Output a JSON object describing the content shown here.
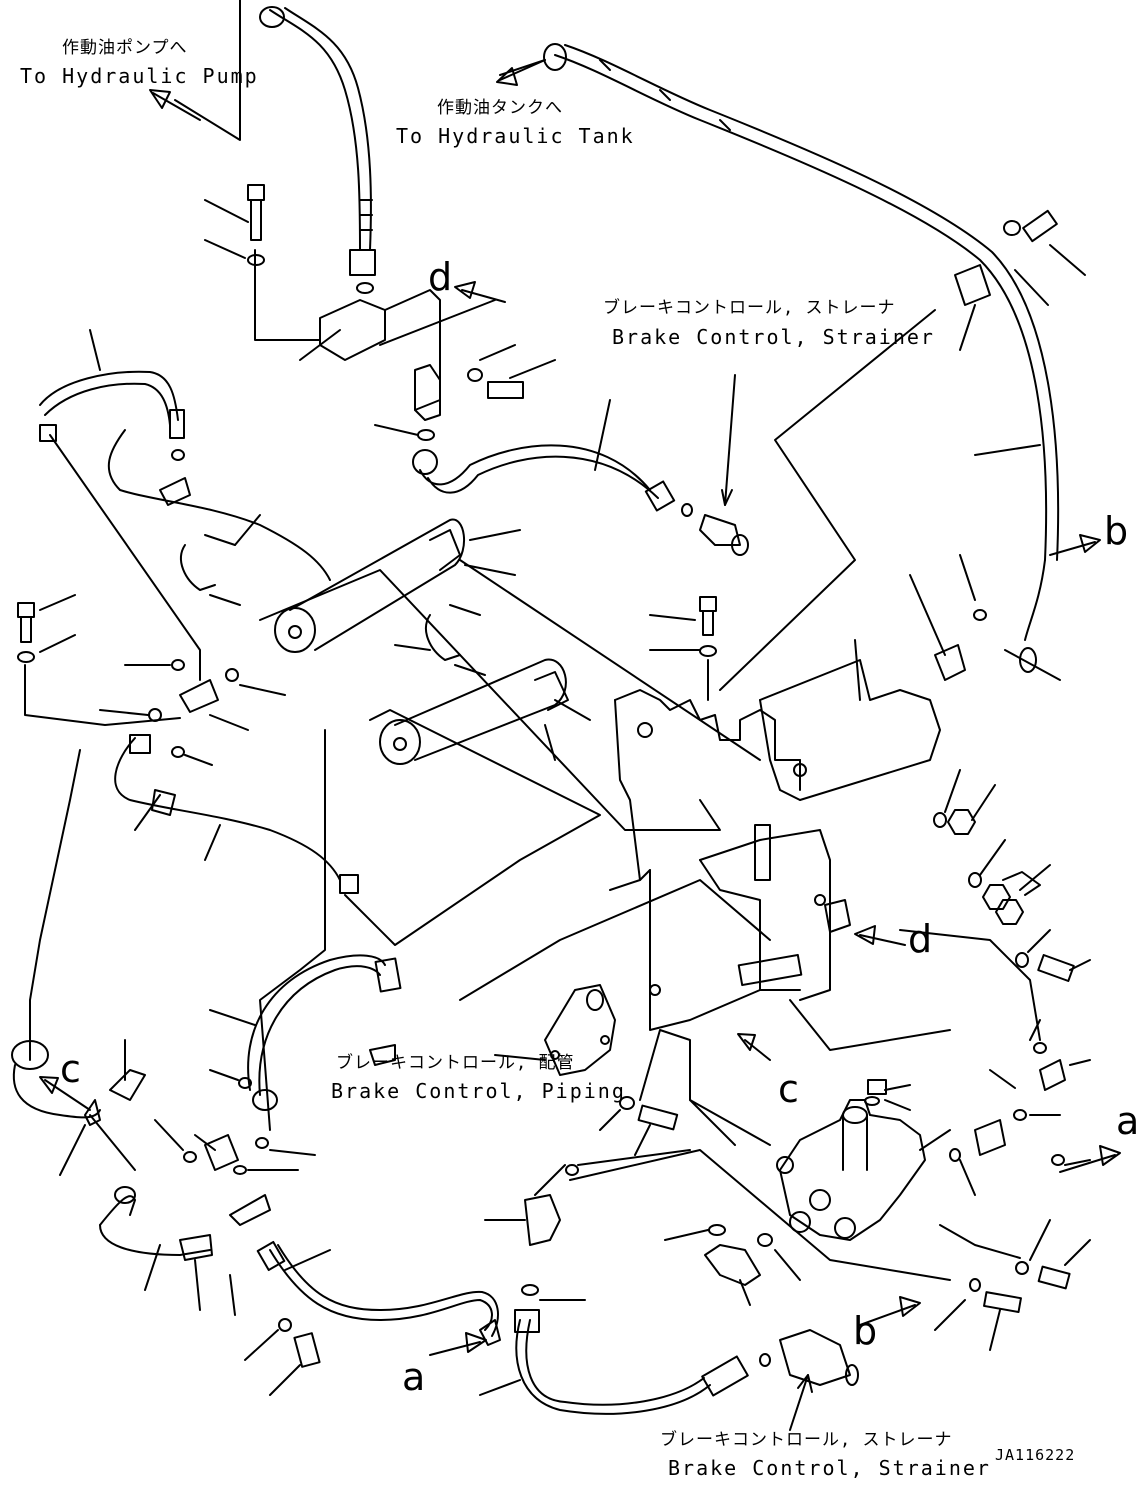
{
  "labels": {
    "pump_jp": "作動油ポンプへ",
    "pump_en": "To Hydraulic Pump",
    "tank_jp": "作動油タンクへ",
    "tank_en": "To Hydraulic Tank",
    "strainer_top_jp": "ブレーキコントロール, ストレーナ",
    "strainer_top_en": "Brake Control, Strainer",
    "piping_jp": "ブレーキコントロール, 配管",
    "piping_en": "Brake Control, Piping",
    "strainer_bottom_jp": "ブレーキコントロール, ストレーナ",
    "strainer_bottom_en": "Brake Control, Strainer",
    "drawing_code": "JA116222"
  },
  "callouts": {
    "d_top": "d",
    "d_right": "d",
    "b_right": "b",
    "b_bottom": "b",
    "c_left": "c",
    "c_center": "c",
    "a_right": "a",
    "a_bottom": "a"
  },
  "colors": {
    "line": "#000000",
    "background": "#ffffff"
  }
}
